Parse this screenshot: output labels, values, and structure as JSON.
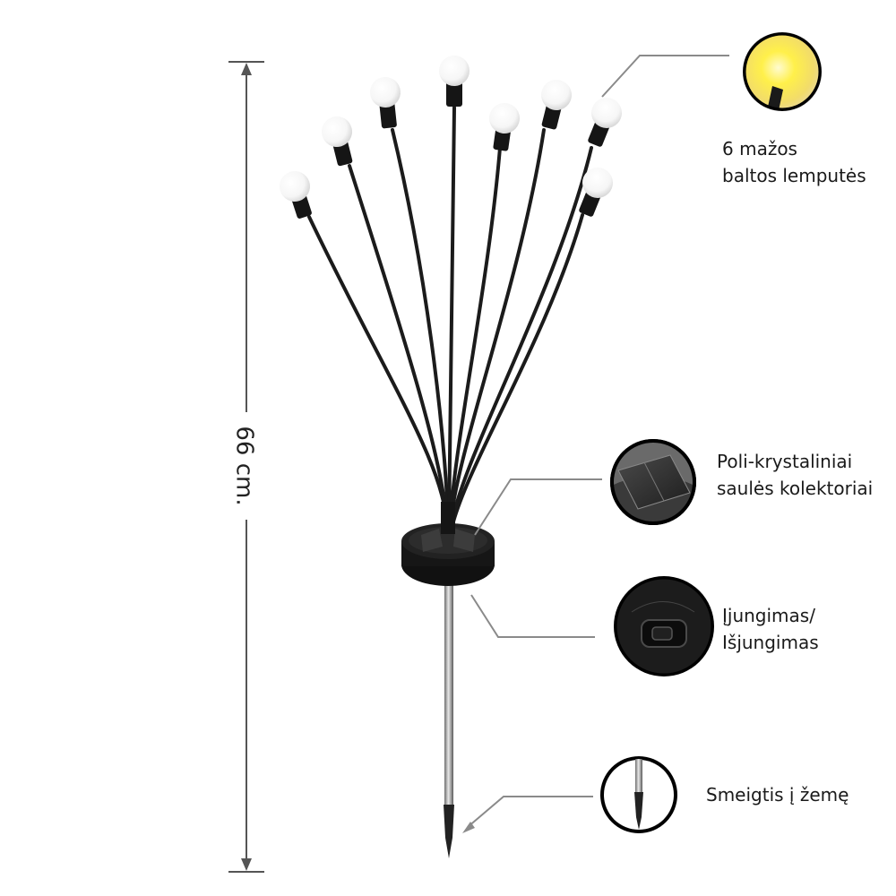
{
  "dimension": {
    "height_label": "66 cm."
  },
  "callouts": {
    "bulbs": {
      "line1": "6 mažos",
      "line2": "baltos lemputės",
      "icon": "warm-bulb-icon"
    },
    "solar_panel": {
      "line1": "Poli-krystaliniai",
      "line2": "saulės kolektoriai",
      "icon": "solar-panel-icon"
    },
    "switch": {
      "line1": "Įjungimas/",
      "line2": "Išjungimas",
      "icon": "power-switch-icon"
    },
    "stake": {
      "line1": "Smeigtis į žemę",
      "icon": "ground-stake-icon"
    }
  },
  "colors": {
    "stem": "#1b1b1b",
    "bulb_glow": "#ffffff",
    "bulb_warm": "#fff04a",
    "leader_line": "#8a8a8a",
    "dimension_line": "#555555"
  }
}
